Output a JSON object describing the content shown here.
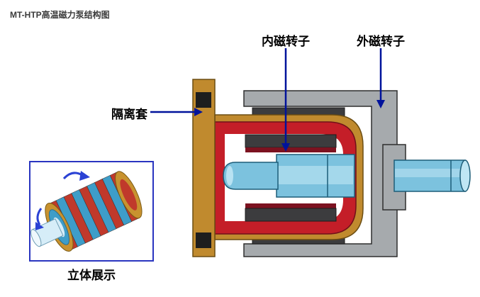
{
  "title": "MT-HTP高温磁力泵结构图",
  "labels": {
    "isolation_sleeve": "隔离套",
    "inner_rotor": "内磁转子",
    "outer_rotor": "外磁转子",
    "inset_caption": "立体展示"
  },
  "colors": {
    "title_text": "#3b3b3b",
    "label_text": "#000000",
    "leader_line": "#00129b",
    "housing_gray": "#a6aaad",
    "magnet_dark": "#3c3c3e",
    "shell_tan": "#c08a2e",
    "cup_red": "#c41e28",
    "cup_red_dark": "#7c1220",
    "shaft_blue": "#7cc2de",
    "shaft_blue_light": "#bfe6f4",
    "inset_border": "#2a35c0",
    "rotation_arrow": "#2b42d4"
  }
}
